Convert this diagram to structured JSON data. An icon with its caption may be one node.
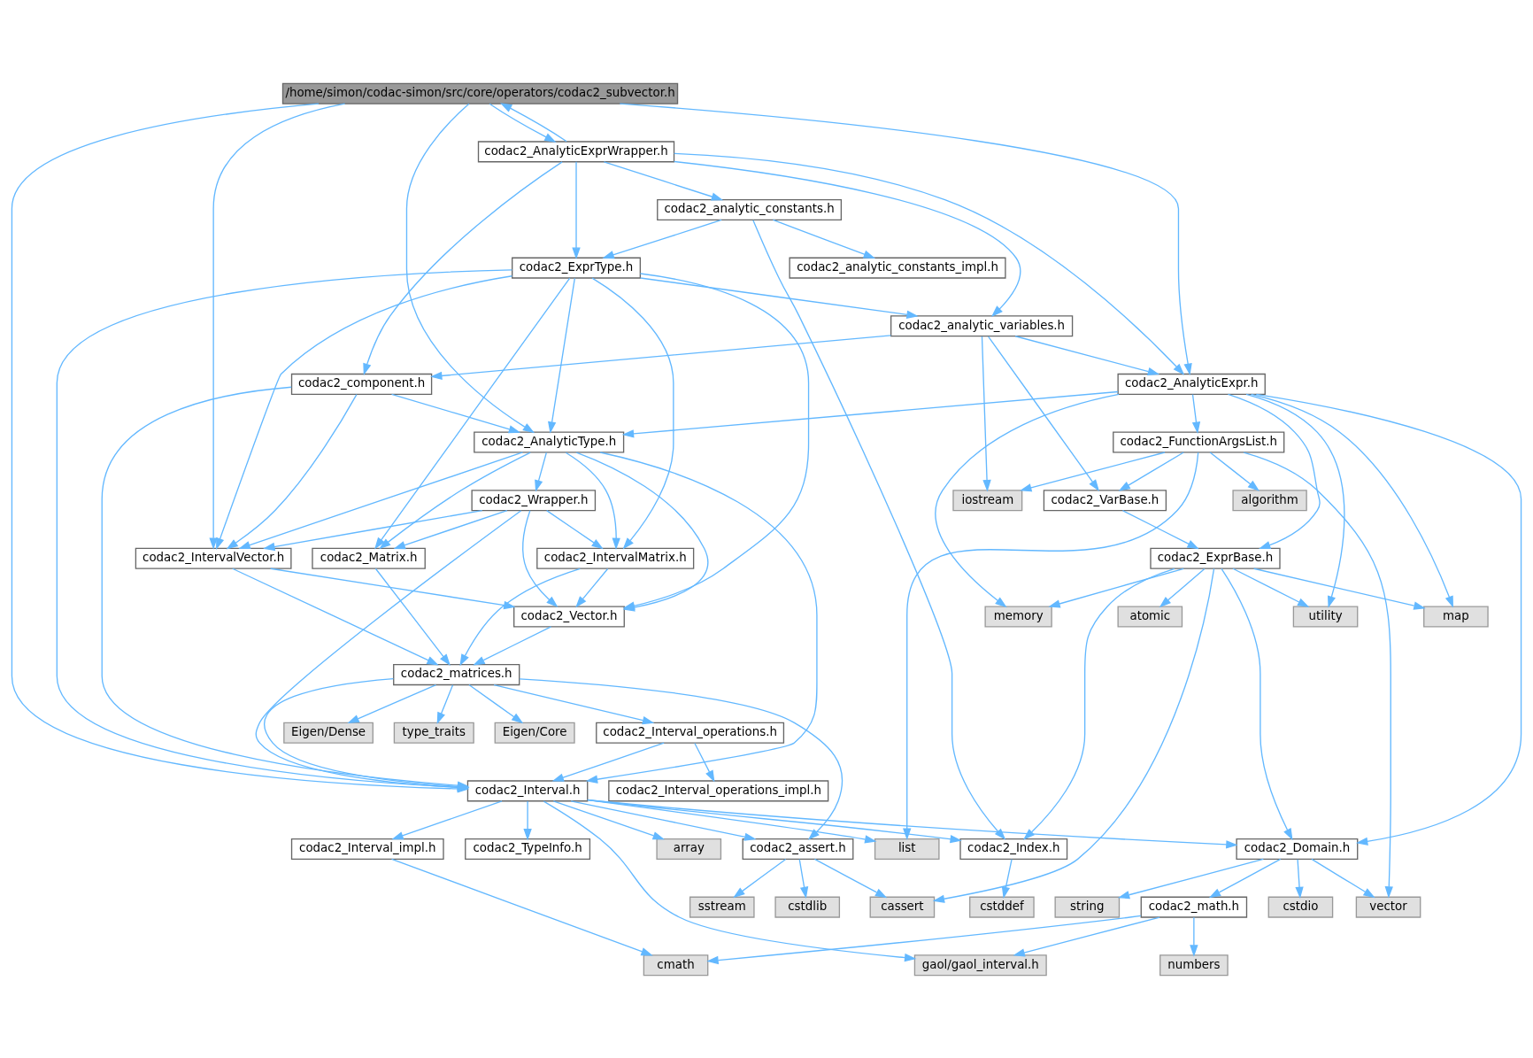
{
  "diagram": {
    "nodes": [
      {
        "text": [
          "/home/simon/codac-simon/src/core/operators/codac2_subvector.h"
        ]
      },
      {
        "text": [
          "codac2_AnalyticExprWrapper.h"
        ]
      },
      {
        "text": [
          "codac2_analytic_constants.h"
        ]
      },
      {
        "text": [
          "codac2_analytic_constants_impl.h"
        ]
      },
      {
        "text": [
          "codac2_ExprType.h"
        ]
      },
      {
        "text": [
          "codac2_analytic_variables.h"
        ]
      },
      {
        "text": [
          "codac2_AnalyticExpr.h"
        ]
      },
      {
        "text": [
          "codac2_component.h"
        ]
      },
      {
        "text": [
          "codac2_FunctionArgsList.h"
        ]
      },
      {
        "text": [
          "codac2_AnalyticType.h"
        ]
      },
      {
        "text": [
          "algorithm"
        ]
      },
      {
        "text": [
          "codac2_VarBase.h"
        ]
      },
      {
        "text": [
          "iostream"
        ]
      },
      {
        "text": [
          "codac2_Wrapper.h"
        ]
      },
      {
        "text": [
          "codac2_ExprBase.h"
        ]
      },
      {
        "text": [
          "codac2_Matrix.h"
        ]
      },
      {
        "text": [
          "codac2_IntervalVector.h"
        ]
      },
      {
        "text": [
          "codac2_IntervalMatrix.h"
        ]
      },
      {
        "text": [
          "map"
        ]
      },
      {
        "text": [
          "memory"
        ]
      },
      {
        "text": [
          "utility"
        ]
      },
      {
        "text": [
          "atomic"
        ]
      },
      {
        "text": [
          "codac2_Vector.h"
        ]
      },
      {
        "text": [
          "codac2_matrices.h"
        ]
      },
      {
        "text": [
          "type_traits"
        ]
      },
      {
        "text": [
          "Eigen/Core"
        ]
      },
      {
        "text": [
          "Eigen/Dense"
        ]
      },
      {
        "text": [
          "codac2_Interval_operations.h"
        ]
      },
      {
        "text": [
          "codac2_Interval.h"
        ]
      },
      {
        "text": [
          "codac2_Interval_operations_impl.h"
        ]
      },
      {
        "text": [
          "codac2_Domain.h"
        ]
      },
      {
        "text": [
          "codac2_Index.h"
        ]
      },
      {
        "text": [
          "list"
        ]
      },
      {
        "text": [
          "codac2_assert.h"
        ]
      },
      {
        "text": [
          "codac2_TypeInfo.h"
        ]
      },
      {
        "text": [
          "codac2_Interval_impl.h"
        ]
      },
      {
        "text": [
          "array"
        ]
      },
      {
        "text": [
          "vector"
        ]
      },
      {
        "text": [
          "cstdio"
        ]
      },
      {
        "text": [
          "string"
        ]
      },
      {
        "text": [
          "codac2_math.h"
        ]
      },
      {
        "text": [
          "cstddef"
        ]
      },
      {
        "text": [
          "cassert"
        ]
      },
      {
        "text": [
          "sstream"
        ]
      },
      {
        "text": [
          "cstdlib"
        ]
      },
      {
        "text": [
          "numbers"
        ]
      },
      {
        "text": [
          "cmath"
        ]
      },
      {
        "text": [
          "gaol/gaol_interval.h"
        ]
      }
    ],
    "edges": [
      {
        "from": 0,
        "to": 1,
        "arrow": "to"
      },
      {
        "from": 1,
        "to": 0,
        "arrow": "to"
      },
      {
        "from": 0,
        "to": 6,
        "arrow": "to"
      },
      {
        "from": 0,
        "to": 9,
        "arrow": "to"
      },
      {
        "from": 0,
        "to": 16,
        "arrow": "to"
      },
      {
        "from": 0,
        "to": 28,
        "arrow": "to"
      },
      {
        "from": 1,
        "to": 6,
        "arrow": "to"
      },
      {
        "from": 1,
        "to": 5,
        "arrow": "to"
      },
      {
        "from": 1,
        "to": 7,
        "arrow": "to"
      },
      {
        "from": 1,
        "to": 2,
        "arrow": "to"
      },
      {
        "from": 1,
        "to": 4,
        "arrow": "to"
      },
      {
        "from": 2,
        "to": 3,
        "arrow": "to"
      },
      {
        "from": 2,
        "to": 4,
        "arrow": "to"
      },
      {
        "from": 2,
        "to": 31,
        "arrow": "to"
      },
      {
        "from": 4,
        "to": 5,
        "arrow": "to"
      },
      {
        "from": 4,
        "to": 9,
        "arrow": "to"
      },
      {
        "from": 4,
        "to": 15,
        "arrow": "to"
      },
      {
        "from": 4,
        "to": 16,
        "arrow": "to"
      },
      {
        "from": 4,
        "to": 17,
        "arrow": "to"
      },
      {
        "from": 4,
        "to": 22,
        "arrow": "to"
      },
      {
        "from": 4,
        "to": 28,
        "arrow": "to"
      },
      {
        "from": 5,
        "to": 6,
        "arrow": "to"
      },
      {
        "from": 5,
        "to": 7,
        "arrow": "to"
      },
      {
        "from": 5,
        "to": 11,
        "arrow": "to"
      },
      {
        "from": 5,
        "to": 12,
        "arrow": "to"
      },
      {
        "from": 6,
        "to": 8,
        "arrow": "to"
      },
      {
        "from": 6,
        "to": 9,
        "arrow": "to"
      },
      {
        "from": 6,
        "to": 14,
        "arrow": "to"
      },
      {
        "from": 6,
        "to": 18,
        "arrow": "to"
      },
      {
        "from": 6,
        "to": 19,
        "arrow": "to"
      },
      {
        "from": 6,
        "to": 20,
        "arrow": "to"
      },
      {
        "from": 6,
        "to": 30,
        "arrow": "to"
      },
      {
        "from": 7,
        "to": 9,
        "arrow": "to"
      },
      {
        "from": 7,
        "to": 16,
        "arrow": "to"
      },
      {
        "from": 7,
        "to": 28,
        "arrow": "to"
      },
      {
        "from": 8,
        "to": 10,
        "arrow": "to"
      },
      {
        "from": 8,
        "to": 11,
        "arrow": "to"
      },
      {
        "from": 8,
        "to": 12,
        "arrow": "to"
      },
      {
        "from": 8,
        "to": 37,
        "arrow": "to"
      },
      {
        "from": 8,
        "to": 32,
        "arrow": "to"
      },
      {
        "from": 9,
        "to": 13,
        "arrow": "to"
      },
      {
        "from": 9,
        "to": 15,
        "arrow": "to"
      },
      {
        "from": 9,
        "to": 16,
        "arrow": "to"
      },
      {
        "from": 9,
        "to": 17,
        "arrow": "to"
      },
      {
        "from": 9,
        "to": 22,
        "arrow": "to"
      },
      {
        "from": 9,
        "to": 28,
        "arrow": "to"
      },
      {
        "from": 11,
        "to": 14,
        "arrow": "to"
      },
      {
        "from": 13,
        "to": 15,
        "arrow": "to"
      },
      {
        "from": 13,
        "to": 16,
        "arrow": "to"
      },
      {
        "from": 13,
        "to": 17,
        "arrow": "to"
      },
      {
        "from": 13,
        "to": 22,
        "arrow": "to"
      },
      {
        "from": 13,
        "to": 28,
        "arrow": "to"
      },
      {
        "from": 14,
        "to": 18,
        "arrow": "to"
      },
      {
        "from": 14,
        "to": 19,
        "arrow": "to"
      },
      {
        "from": 14,
        "to": 20,
        "arrow": "to"
      },
      {
        "from": 14,
        "to": 21,
        "arrow": "to"
      },
      {
        "from": 14,
        "to": 30,
        "arrow": "to"
      },
      {
        "from": 14,
        "to": 31,
        "arrow": "to"
      },
      {
        "from": 14,
        "to": 42,
        "arrow": "to"
      },
      {
        "from": 15,
        "to": 23,
        "arrow": "to"
      },
      {
        "from": 16,
        "to": 22,
        "arrow": "to"
      },
      {
        "from": 16,
        "to": 23,
        "arrow": "to"
      },
      {
        "from": 17,
        "to": 22,
        "arrow": "to"
      },
      {
        "from": 17,
        "to": 23,
        "arrow": "to"
      },
      {
        "from": 22,
        "to": 23,
        "arrow": "to"
      },
      {
        "from": 23,
        "to": 24,
        "arrow": "to"
      },
      {
        "from": 23,
        "to": 25,
        "arrow": "to"
      },
      {
        "from": 23,
        "to": 26,
        "arrow": "to"
      },
      {
        "from": 23,
        "to": 27,
        "arrow": "to"
      },
      {
        "from": 23,
        "to": 28,
        "arrow": "to"
      },
      {
        "from": 23,
        "to": 33,
        "arrow": "to"
      },
      {
        "from": 27,
        "to": 28,
        "arrow": "to"
      },
      {
        "from": 27,
        "to": 29,
        "arrow": "to"
      },
      {
        "from": 28,
        "to": 30,
        "arrow": "to"
      },
      {
        "from": 28,
        "to": 31,
        "arrow": "to"
      },
      {
        "from": 28,
        "to": 32,
        "arrow": "to"
      },
      {
        "from": 28,
        "to": 33,
        "arrow": "to"
      },
      {
        "from": 28,
        "to": 34,
        "arrow": "to"
      },
      {
        "from": 28,
        "to": 35,
        "arrow": "to"
      },
      {
        "from": 28,
        "to": 36,
        "arrow": "to"
      },
      {
        "from": 28,
        "to": 47,
        "arrow": "to"
      },
      {
        "from": 30,
        "to": 37,
        "arrow": "to"
      },
      {
        "from": 30,
        "to": 38,
        "arrow": "to"
      },
      {
        "from": 30,
        "to": 39,
        "arrow": "to"
      },
      {
        "from": 30,
        "to": 40,
        "arrow": "to"
      },
      {
        "from": 31,
        "to": 41,
        "arrow": "to"
      },
      {
        "from": 33,
        "to": 42,
        "arrow": "to"
      },
      {
        "from": 33,
        "to": 43,
        "arrow": "to"
      },
      {
        "from": 33,
        "to": 44,
        "arrow": "to"
      },
      {
        "from": 35,
        "to": 46,
        "arrow": "to"
      },
      {
        "from": 40,
        "to": 45,
        "arrow": "to"
      },
      {
        "from": 40,
        "to": 46,
        "arrow": "to"
      },
      {
        "from": 40,
        "to": 47,
        "arrow": "to"
      }
    ]
  }
}
